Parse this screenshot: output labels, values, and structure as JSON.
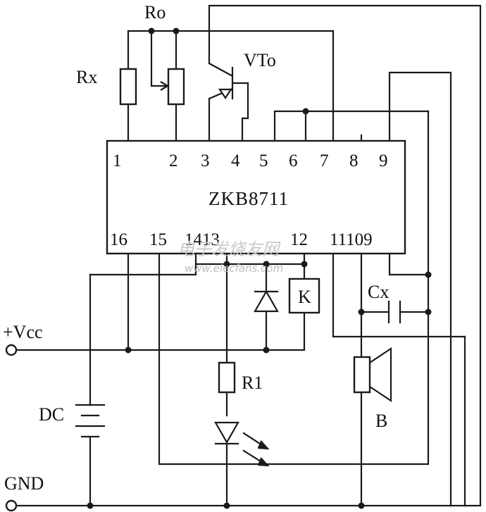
{
  "chip_label": "ZKB8711",
  "top_pins": [
    "1",
    "2",
    "3",
    "4",
    "5",
    "6",
    "7",
    "8",
    "9"
  ],
  "bottom_pins": [
    "16",
    "15",
    "1413",
    "12",
    "11109"
  ],
  "labels": {
    "ro": "Ro",
    "rx": "Rx",
    "vto": "VTo",
    "k": "K",
    "cx": "Cx",
    "vcc": "+Vcc",
    "dc": "DC",
    "r1": "R1",
    "b": "B",
    "gnd": "GND"
  },
  "watermark": {
    "line1": "电子发烧友网",
    "line2": "www.elecfans.com"
  }
}
